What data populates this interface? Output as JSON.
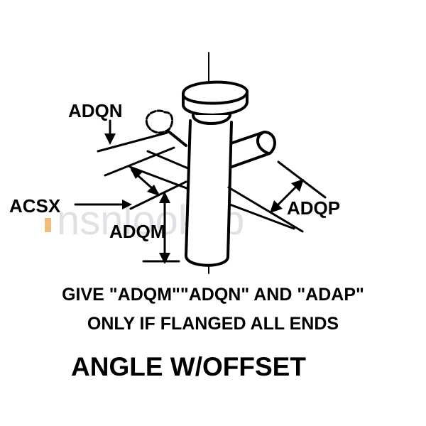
{
  "diagram": {
    "callouts": {
      "adqn": "ADQN",
      "acsx": "ACSX",
      "adqm": "ADQM",
      "adqp": "ADQP"
    },
    "note_lines": [
      "GIVE \"ADQM\"\"ADQN\" AND \"ADAP\"",
      "ONLY IF FLANGED ALL ENDS"
    ],
    "caption": "ANGLE W/OFFSET",
    "watermark": "nsnlookup",
    "colors": {
      "ink": "#000000",
      "watermark_main": "#c6cad2",
      "watermark_accent": "#f0a040"
    }
  }
}
